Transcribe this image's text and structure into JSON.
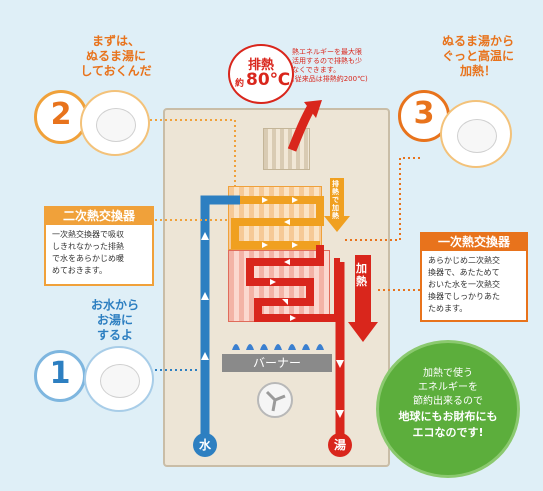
{
  "exhaust": {
    "title": "排熱",
    "temp_prefix": "約",
    "temp": "80℃",
    "note_lines": [
      "熱エネルギーを最大限",
      "活用するので排熱も少",
      "なくできます。",
      "(従来品は排熱約200℃)"
    ]
  },
  "step1": {
    "number": "1",
    "caption": [
      "お水から",
      "お湯に",
      "するよ"
    ]
  },
  "step2": {
    "number": "2",
    "caption": [
      "まずは、",
      "ぬるま湯に",
      "しておくんだ"
    ]
  },
  "step3": {
    "number": "3",
    "caption": [
      "ぬるま湯から",
      "ぐっと高温に",
      "加熱！"
    ]
  },
  "secondary": {
    "title": "二次熱交換器",
    "body": [
      "一次熱交換器で吸収",
      "しきれなかった排熱",
      "で水をあらかじめ暖",
      "めておきます。"
    ],
    "arrow_label": "排熱で加熱"
  },
  "primary": {
    "title": "一次熱交換器",
    "body": [
      "あらかじめ二次熱交",
      "換器で、あたためて",
      "おいた水を一次熱交",
      "換器でしっかりあた",
      "ためます。"
    ],
    "arrow_label": "加熱"
  },
  "burner": {
    "label": "バーナー"
  },
  "pipes": {
    "water": "水",
    "hot": "湯"
  },
  "eco": {
    "lines": [
      "加熱で使う",
      "エネルギーを",
      "節約出来るので"
    ],
    "bold_lines": [
      "地球にもお財布にも",
      "エコなのです!"
    ]
  },
  "colors": {
    "background": "#dfeff7",
    "orange": "#e8731c",
    "blue": "#2d7fc1",
    "red": "#d9261c",
    "green": "#5cae3c"
  }
}
